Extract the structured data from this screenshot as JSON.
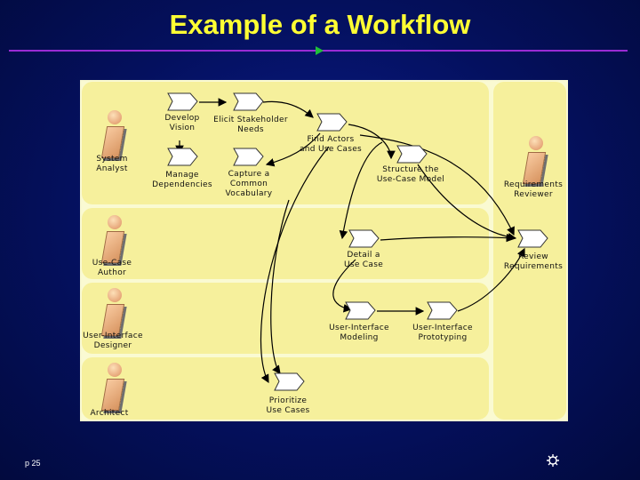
{
  "slide": {
    "title": "Example of a Workflow",
    "page_number": "p 25"
  },
  "roles": [
    {
      "name": "System\nAnalyst"
    },
    {
      "name": "Use-Case\nAuthor"
    },
    {
      "name": "User-Interface\nDesigner"
    },
    {
      "name": "Architect"
    },
    {
      "name": "Requirements\nReviewer"
    }
  ],
  "activities": [
    {
      "label": "Develop\nVision"
    },
    {
      "label": "Elicit Stakeholder\nNeeds"
    },
    {
      "label": "Find Actors\nand Use Cases"
    },
    {
      "label": "Manage\nDependencies"
    },
    {
      "label": "Capture a\nCommon\nVocabulary"
    },
    {
      "label": "Structure the\nUse-Case Model"
    },
    {
      "label": "Detail a\nUse Case"
    },
    {
      "label": "Review\nRequirements"
    },
    {
      "label": "User-Interface\nModeling"
    },
    {
      "label": "User-Interface\nPrototyping"
    },
    {
      "label": "Prioritize\nUse Cases"
    }
  ],
  "colors": {
    "background": "#04105e",
    "title": "#ffff33",
    "rule": "#9a2bd4",
    "panel": "#fafad2",
    "lane": "#f6f09c"
  }
}
